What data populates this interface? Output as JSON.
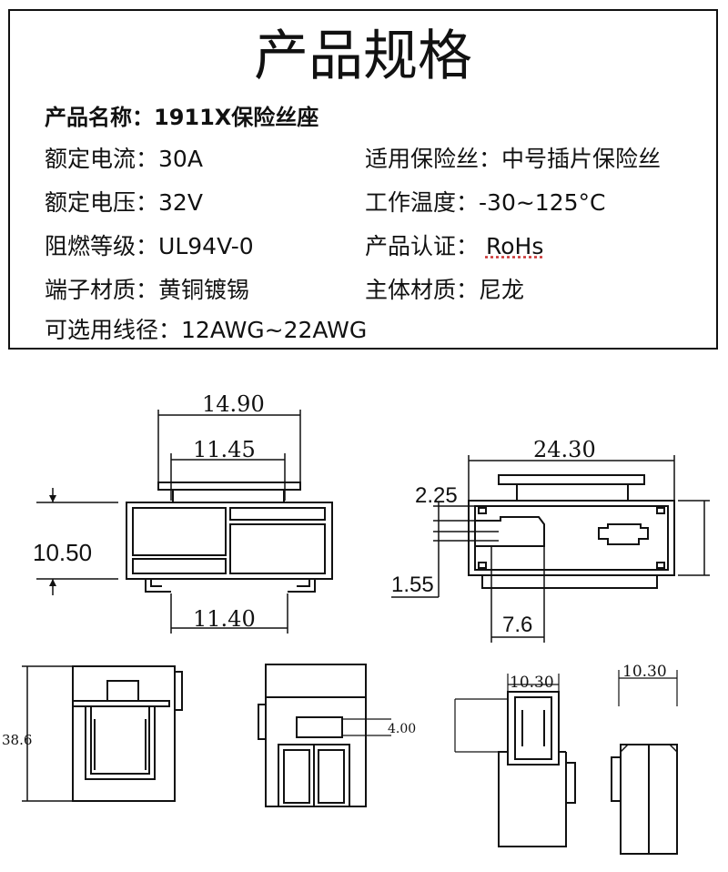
{
  "title": "产品规格",
  "specs": {
    "name": {
      "label": "产品名称",
      "sep": "：",
      "value": "1911X保险丝座"
    },
    "rated_current": {
      "label": "额定电流",
      "sep": "：",
      "value": "30A"
    },
    "fuse_type": {
      "label": "适用保险丝",
      "sep": "：",
      "value": "中号插片保险丝"
    },
    "rated_voltage": {
      "label": "额定电压",
      "sep": "：",
      "value": "32V"
    },
    "temperature": {
      "label": "工作温度",
      "sep": "：",
      "value": "-30~125°C"
    },
    "flame_rating": {
      "label": "阻燃等级",
      "sep": "：",
      "value": "UL94V-0"
    },
    "certification": {
      "label": "产品认证",
      "sep": "：",
      "value": "RoHs"
    },
    "terminal_material": {
      "label": "端子材质",
      "sep": "：",
      "value": "黄铜镀锡"
    },
    "body_material": {
      "label": "主体材质",
      "sep": "：",
      "value": "尼龙"
    },
    "wire_gauge": {
      "label": "可选用线径",
      "sep": "：",
      "value": "12AWG~22AWG"
    }
  },
  "dimensions": {
    "front_top_width": "14.90",
    "front_inner_width": "11.45",
    "front_height": "10.50",
    "front_bottom_width": "11.40",
    "side_width": "24.30",
    "side_offset_top": "2.25",
    "side_offset_bottom": "1.55",
    "side_slot_width": "7.6",
    "end_height": "38.6",
    "end_window": "4.00",
    "narrow_width_a": "10.30",
    "narrow_width_b": "10.30"
  }
}
